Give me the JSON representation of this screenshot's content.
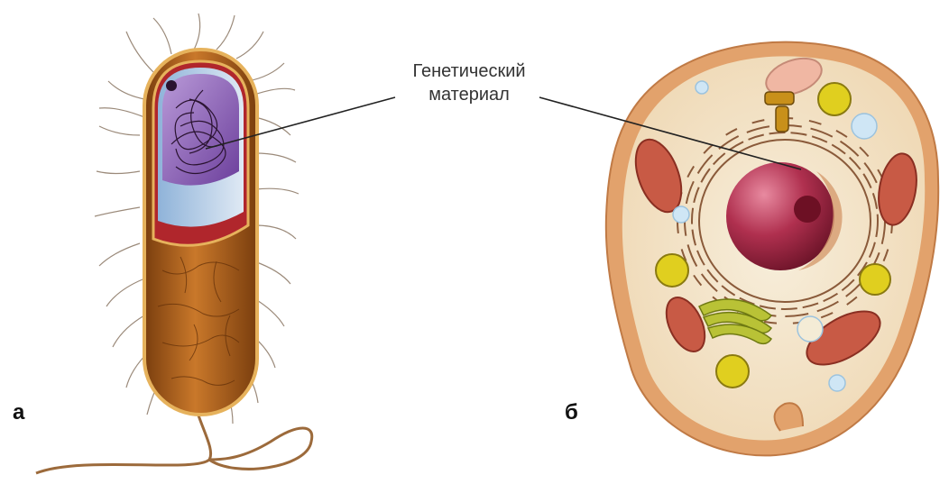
{
  "callout": {
    "line1": "Генетический",
    "line2": "материал"
  },
  "panels": {
    "a": "а",
    "b": "б"
  },
  "colors": {
    "bacterium_body": "#b0641f",
    "bacterium_inner": "#8a63b5",
    "cell_membrane": "#e2a26c",
    "cytoplasm": "#f3e6cf",
    "nucleus": "#b0304f",
    "mitochondria": "#c85a45",
    "vesicle": "#e0cf1f",
    "leader_line": "#222222"
  }
}
